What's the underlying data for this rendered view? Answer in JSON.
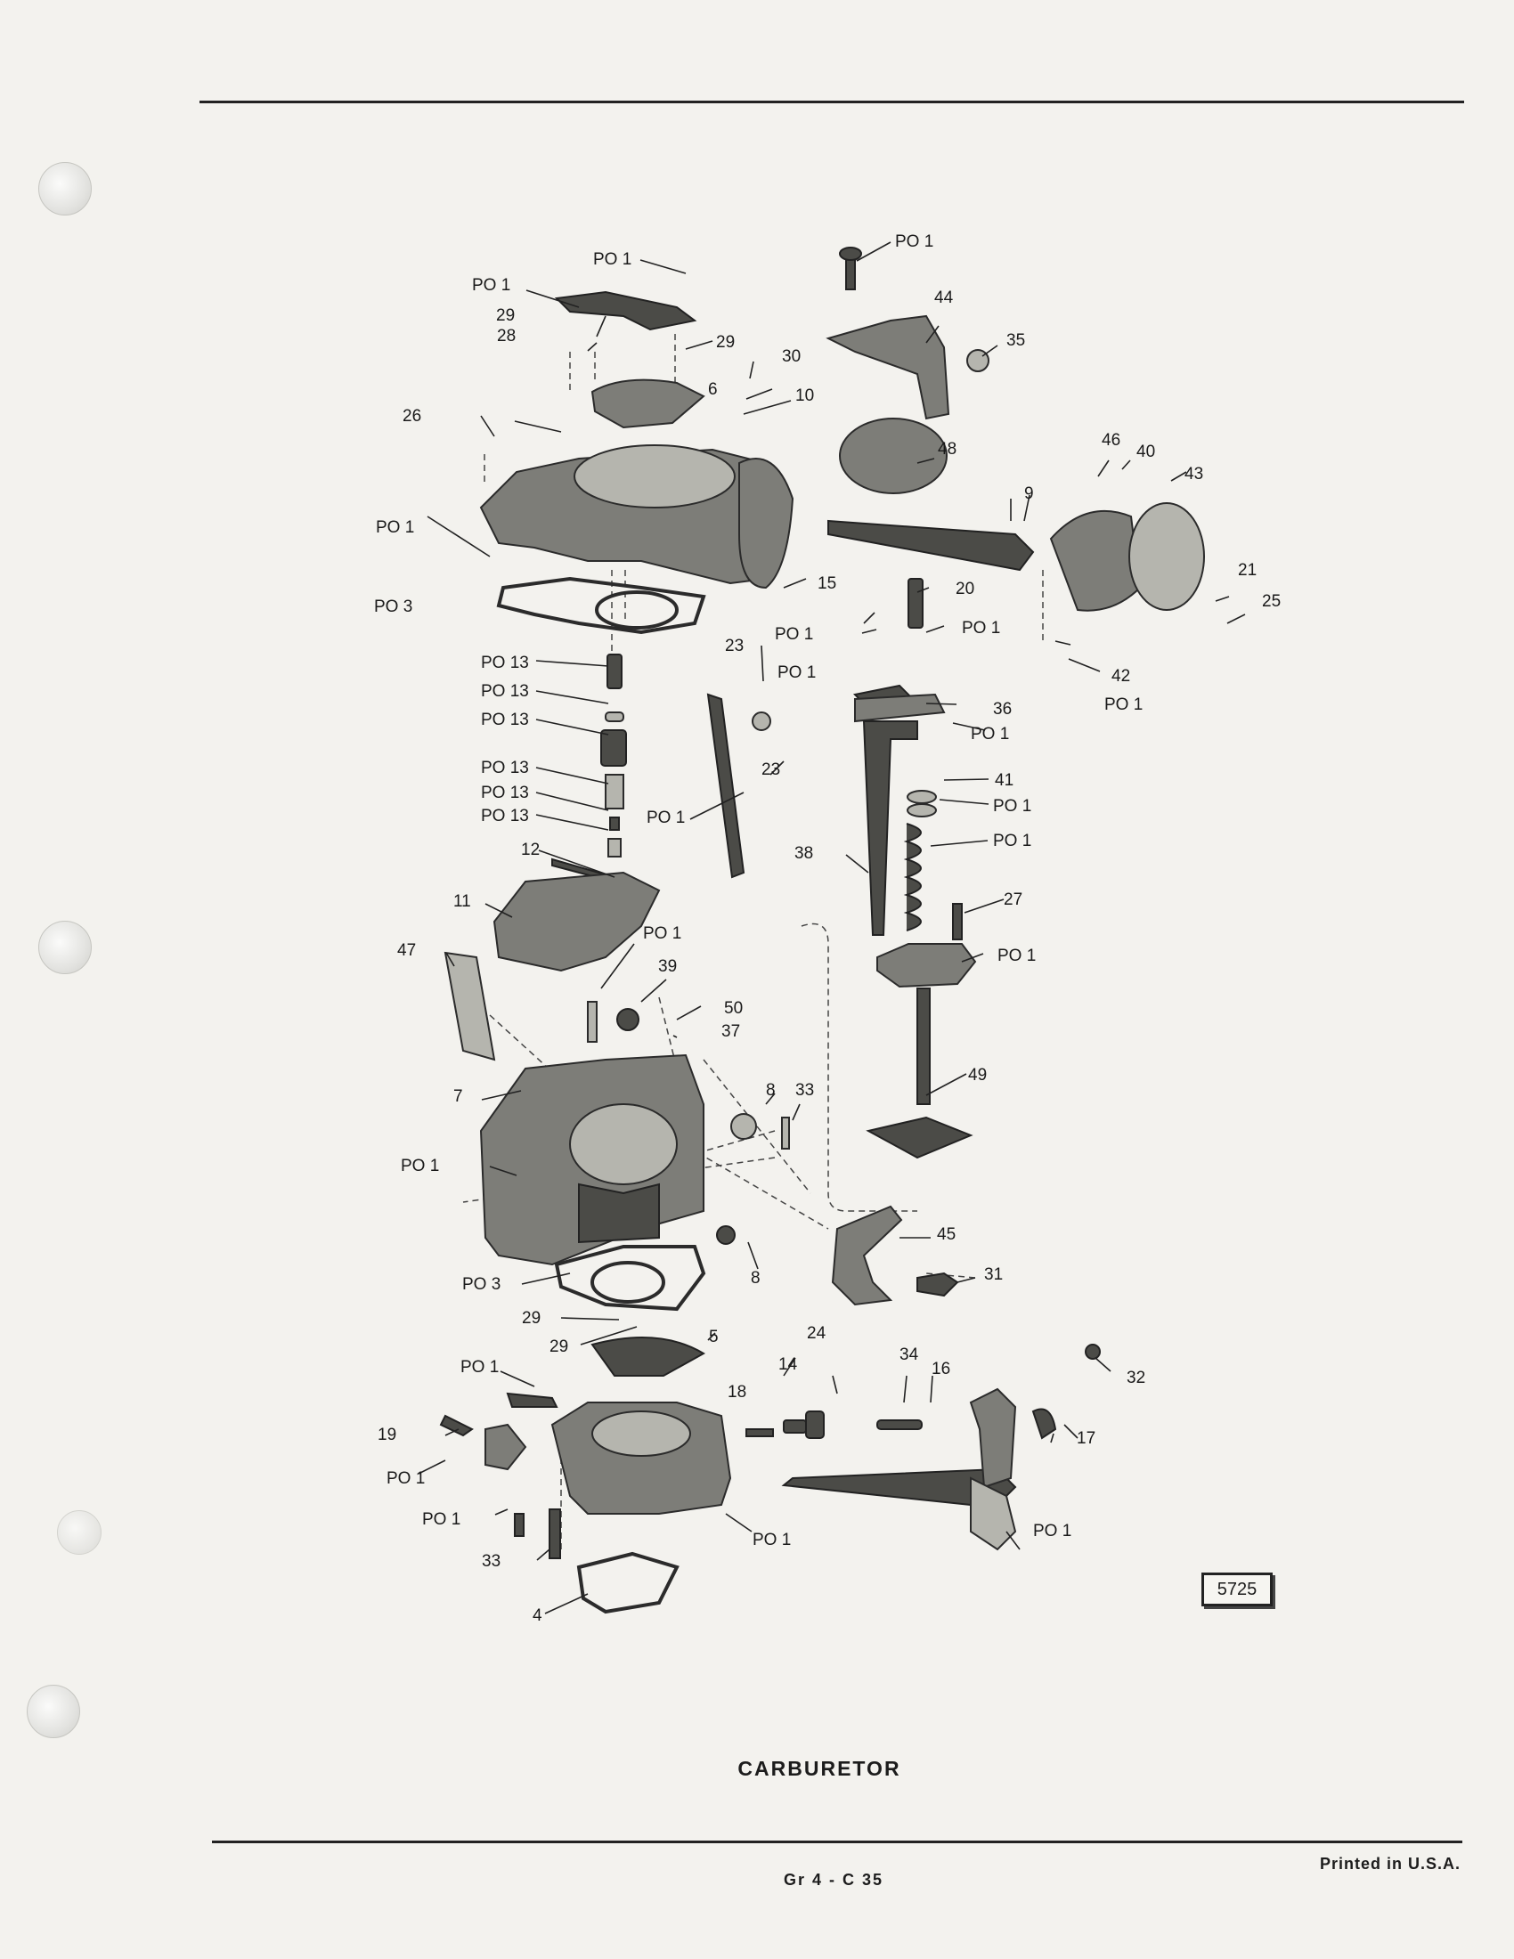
{
  "document": {
    "figure_number": "5725",
    "caption": "CARBURETOR",
    "page_id": "Gr 4 - C 35",
    "footer_note": "Printed in U.S.A."
  },
  "callouts": {
    "c1": "PO 1",
    "c2": "PO 1",
    "c3": "44",
    "c4": "35",
    "c5": "PO 1",
    "c6": "29",
    "c7": "28",
    "c8": "29",
    "c9": "30",
    "c10": "6",
    "c11": "10",
    "c12": "26",
    "c13": "48",
    "c14": "46",
    "c15": "40",
    "c16": "43",
    "c17": "9",
    "c18": "PO 1",
    "c19": "15",
    "c20": "20",
    "c21": "PO 3",
    "c22": "PO 1",
    "c23": "PO 1",
    "c24": "21",
    "c25": "25",
    "c26": "PO 1",
    "c27": "42",
    "c28": "PO 1",
    "c29": "PO 13",
    "c30": "PO 13",
    "c31": "PO 13",
    "c32": "23",
    "c33": "36",
    "c34": "PO 1",
    "c35": "23",
    "c36": "PO 13",
    "c37": "PO 13",
    "c38": "PO 13",
    "c39": "41",
    "c40": "PO 1",
    "c41": "PO 1",
    "c42": "12",
    "c43": "38",
    "c44": "PO 1",
    "c45": "27",
    "c46": "11",
    "c47": "PO 1",
    "c48": "47",
    "c49": "PO 1",
    "c50": "39",
    "c51": "50",
    "c52": "37",
    "c53": "49",
    "c54": "7",
    "c55": "8",
    "c56": "33",
    "c57": "PO 1",
    "c58": "45",
    "c59": "PO 3",
    "c60": "8",
    "c61": "31",
    "c62": "29",
    "c63": "29",
    "c64": "5",
    "c65": "24",
    "c66": "PO 1",
    "c67": "34",
    "c68": "16",
    "c69": "32",
    "c70": "14",
    "c71": "18",
    "c72": "19",
    "c73": "17",
    "c74": "PO 1",
    "c75": "PO 1",
    "c76": "PO 1",
    "c77": "PO 1",
    "c78": "33",
    "c79": "4"
  }
}
